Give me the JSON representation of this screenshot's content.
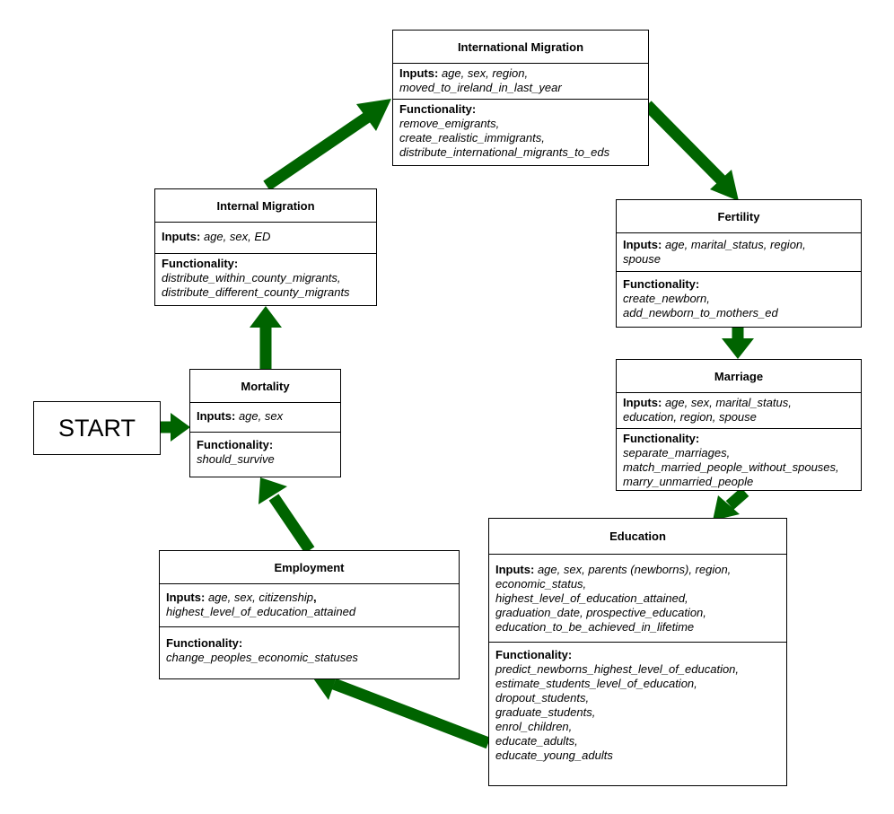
{
  "start_label": "START",
  "arrow_color": "#006400",
  "boxes": {
    "international_migration": {
      "title": "International Migration",
      "inputs_label": "Inputs:",
      "inputs": "age, sex, region,",
      "inputs_2": "moved_to_ireland_in_last_year",
      "functionality_label": "Functionality:",
      "functions": [
        "remove_emigrants,",
        "create_realistic_immigrants,",
        "distribute_international_migrants_to_eds"
      ]
    },
    "internal_migration": {
      "title": "Internal Migration",
      "inputs_label": "Inputs:",
      "inputs": "age, sex, ED",
      "functionality_label": "Functionality:",
      "functions": [
        "distribute_within_county_migrants,",
        "distribute_different_county_migrants"
      ]
    },
    "fertility": {
      "title": "Fertility",
      "inputs_label": "Inputs:",
      "inputs": "age, marital_status, region,",
      "inputs_2": "spouse",
      "functionality_label": "Functionality:",
      "functions": [
        "create_newborn,",
        "add_newborn_to_mothers_ed"
      ]
    },
    "marriage": {
      "title": "Marriage",
      "inputs_label": "Inputs:",
      "inputs": "age, sex, marital_status,",
      "inputs_2": "education, region, spouse",
      "functionality_label": "Functionality:",
      "functions": [
        "separate_marriages,",
        "match_married_people_without_spouses,",
        "marry_unmarried_people"
      ]
    },
    "mortality": {
      "title": "Mortality",
      "inputs_label": "Inputs:",
      "inputs": "age, sex",
      "functionality_label": "Functionality:",
      "functions": [
        "should_survive"
      ]
    },
    "employment": {
      "title": "Employment",
      "inputs_label": "Inputs:",
      "inputs": "age, sex, citizenship",
      "inputs_comma": ",",
      "inputs_2": "highest_level_of_education_attained",
      "functionality_label": "Functionality:",
      "functions": [
        "change_peoples_economic_statuses"
      ]
    },
    "education": {
      "title": "Education",
      "inputs_label": "Inputs:",
      "inputs": "age, sex, parents (newborns), region,",
      "inputs_lines": [
        "economic_status,",
        "highest_level_of_education_attained,",
        "graduation_date, prospective_education,",
        "education_to_be_achieved_in_lifetime"
      ],
      "functionality_label": "Functionality:",
      "functions": [
        "predict_newborns_highest_level_of_education,",
        "estimate_students_level_of_education,",
        "dropout_students,",
        "graduate_students,",
        "enrol_children,",
        "educate_adults,",
        "educate_young_adults"
      ]
    }
  }
}
